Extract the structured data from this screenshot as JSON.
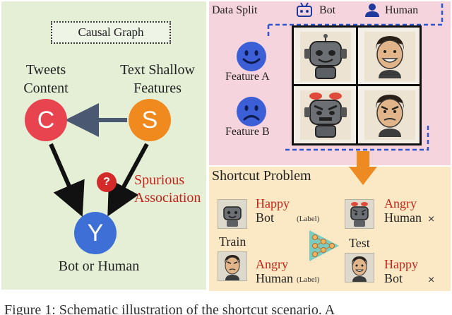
{
  "causal_graph": {
    "title": "Causal Graph",
    "node_c": {
      "letter": "C",
      "label_line1": "Tweets",
      "label_line2": "Content",
      "color": "#e8444f"
    },
    "node_s": {
      "letter": "S",
      "label_line1": "Text Shallow",
      "label_line2": "Features",
      "color": "#f08a1f"
    },
    "node_y": {
      "letter": "Y",
      "label": "Bot or Human",
      "color": "#3d6fd6"
    },
    "spurious_line1": "Spurious",
    "spurious_line2": "Association",
    "question_mark": "?"
  },
  "data_split": {
    "label": "Data Split",
    "legend_bot": "Bot",
    "legend_human": "Human",
    "feature_a": "Feature A",
    "feature_b": "Feature B",
    "grid": [
      {
        "row": "Feature A",
        "col": "Bot",
        "content": "happy robot"
      },
      {
        "row": "Feature A",
        "col": "Human",
        "content": "happy human"
      },
      {
        "row": "Feature B",
        "col": "Bot",
        "content": "angry robot"
      },
      {
        "row": "Feature B",
        "col": "Human",
        "content": "angry human"
      }
    ]
  },
  "shortcut": {
    "title": "Shortcut Problem",
    "train_label": "Train",
    "test_label": "Test",
    "train_rows": [
      {
        "feature": "Happy",
        "label": "Bot",
        "tag": "(Label)"
      },
      {
        "feature": "Angry",
        "label": "Human",
        "tag": "(Label)"
      }
    ],
    "test_rows": [
      {
        "feature": "Angry",
        "label": "Human",
        "mark": "×"
      },
      {
        "feature": "Happy",
        "label": "Bot",
        "mark": "×"
      }
    ]
  },
  "caption": "Figure 1: Schematic illustration of the shortcut scenario. A"
}
